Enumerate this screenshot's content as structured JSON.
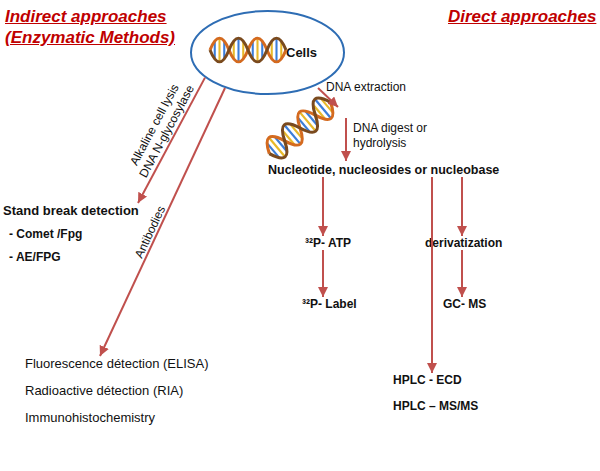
{
  "diagram": {
    "nodes": [
      {
        "text": [
          "Cells"
        ]
      },
      {
        "text": [
          "Stand break detection",
          "- Comet /Fpg",
          "- AE/FPG"
        ]
      },
      {
        "text": [
          "Fluorescence détection (ELISA)",
          "Radioactive détection (RIA)",
          "Immunohistochemistry"
        ]
      },
      {
        "text": [
          "Nucleotide, nucleosides or nucleobase"
        ]
      },
      {
        "text": [
          "³²P- ATP"
        ]
      },
      {
        "text": [
          "derivatization"
        ]
      },
      {
        "text": [
          "³²P- Label"
        ]
      },
      {
        "text": [
          "GC- MS"
        ]
      },
      {
        "text": [
          "HPLC - ECD",
          "HPLC – MS/MS"
        ]
      }
    ],
    "edges": [
      {
        "from": 0,
        "to": 1,
        "label": "Alkaline cell lysis DNA N-glycosylase",
        "arrow": "to"
      },
      {
        "from": 0,
        "to": 2,
        "label": "Antibodies",
        "arrow": "to"
      },
      {
        "from": 3,
        "to": 4,
        "arrow": "to"
      },
      {
        "from": 3,
        "to": 5,
        "arrow": "to"
      },
      {
        "from": 3,
        "to": 8,
        "arrow": "to"
      },
      {
        "from": 4,
        "to": 6,
        "arrow": "to"
      },
      {
        "from": 5,
        "to": 7,
        "arrow": "to"
      }
    ],
    "labels": [
      "Indirect approaches (Enzymatic Methods)",
      "Direct approaches",
      "DNA extraction",
      "DNA digest or hydrolysis"
    ]
  }
}
